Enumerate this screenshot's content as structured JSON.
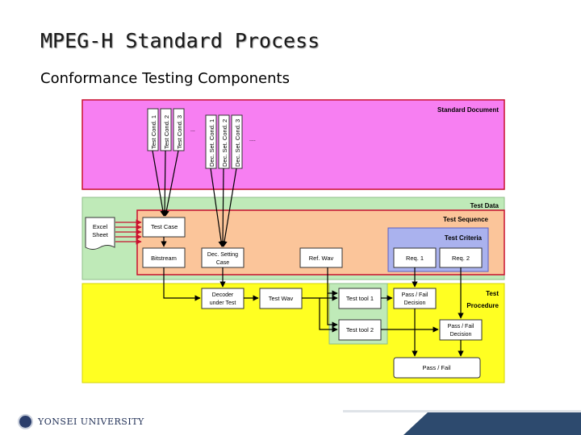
{
  "slide": {
    "title": "MPEG-H Standard Process",
    "subtitle": "Conformance Testing Components"
  },
  "diagram": {
    "regions": {
      "standard_document": "Standard Document",
      "test_data": "Test Data",
      "test_sequence": "Test Sequence",
      "test_criteria": "Test Criteria",
      "test_procedure_line1": "Test",
      "test_procedure_line2": "Procedure"
    },
    "conditions": {
      "test_cond_1": "Test Cond. 1",
      "test_cond_2": "Test Cond. 2",
      "test_cond_3": "Test Cond. 3",
      "ellipsis_1": "...",
      "dec_set_cond_1": "Dec. Set. Cond. 1",
      "dec_set_cond_2": "Dec. Set. Cond. 2",
      "dec_set_cond_3": "Dec. Set. Cond. 3",
      "ellipsis_2": "...."
    },
    "boxes": {
      "excel_sheet_line1": "Excel",
      "excel_sheet_line2": "Sheet",
      "test_case": "Test Case",
      "bitstream": "Bitstream",
      "dec_setting_case_line1": "Dec. Setting",
      "dec_setting_case_line2": "Case",
      "ref_wav": "Ref. Wav",
      "req_1": "Req. 1",
      "req_2": "Req. 2",
      "decoder_line1": "Decoder",
      "decoder_line2": "under Test",
      "test_wav": "Test Wav",
      "test_tool_1": "Test tool 1",
      "test_tool_2": "Test tool 2",
      "pass_fail_decision_1_line1": "Pass / Fail",
      "pass_fail_decision_1_line2": "Decision",
      "pass_fail_decision_2_line1": "Pass / Fail",
      "pass_fail_decision_2_line2": "Decision",
      "pass_fail": "Pass / Fail"
    }
  },
  "footer": {
    "logo_text": "YONSEI UNIVERSITY"
  }
}
